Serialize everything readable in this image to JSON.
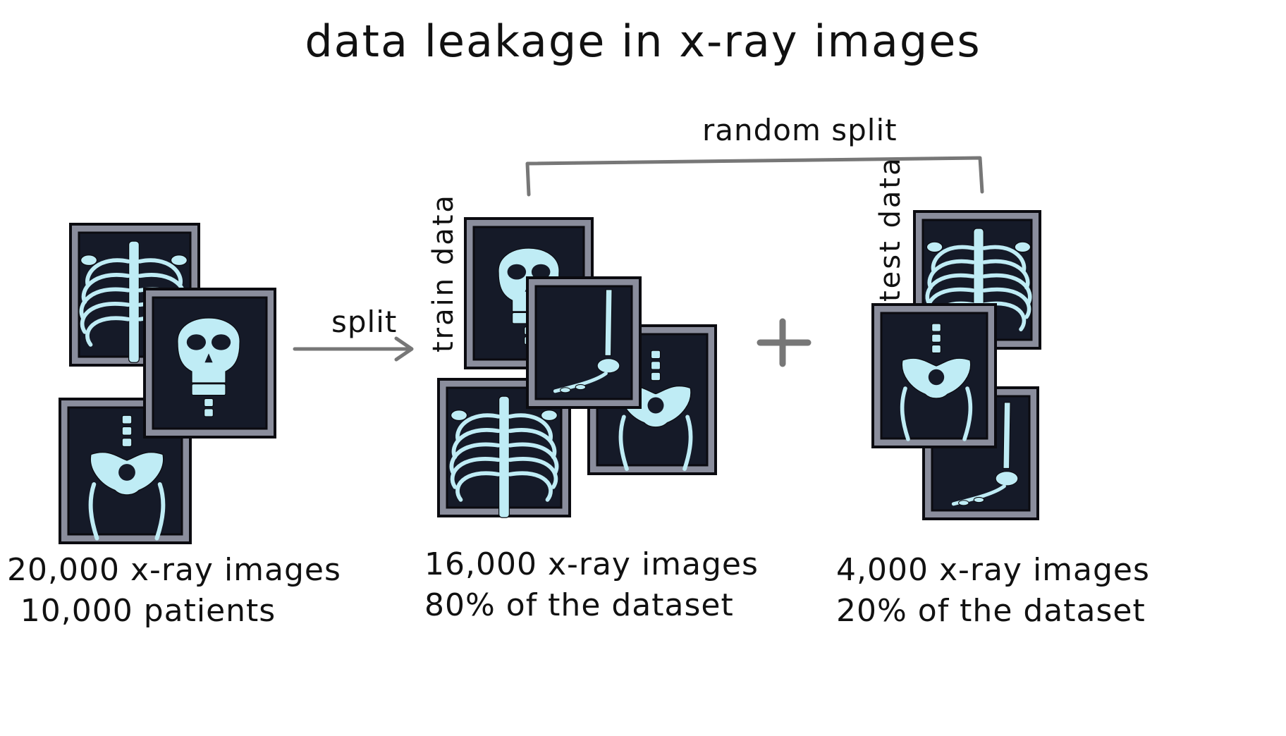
{
  "title": "data leakage in x-ray images",
  "random_split_label": "random split",
  "split_arrow_label": "split",
  "train_label": "train data",
  "test_label": "test data",
  "plus_symbol": "+",
  "captions": {
    "full": {
      "line1": "20,000 x-ray images",
      "line2": "10,000 patients"
    },
    "train": {
      "line1": "16,000 x-ray images",
      "line2": "80% of the dataset"
    },
    "test": {
      "line1": "4,000 x-ray images",
      "line2": "20% of the dataset"
    }
  },
  "colors": {
    "frame": "#8a8d9c",
    "film": "#151a28",
    "bone": "#bfecf5",
    "connector": "#777777"
  }
}
